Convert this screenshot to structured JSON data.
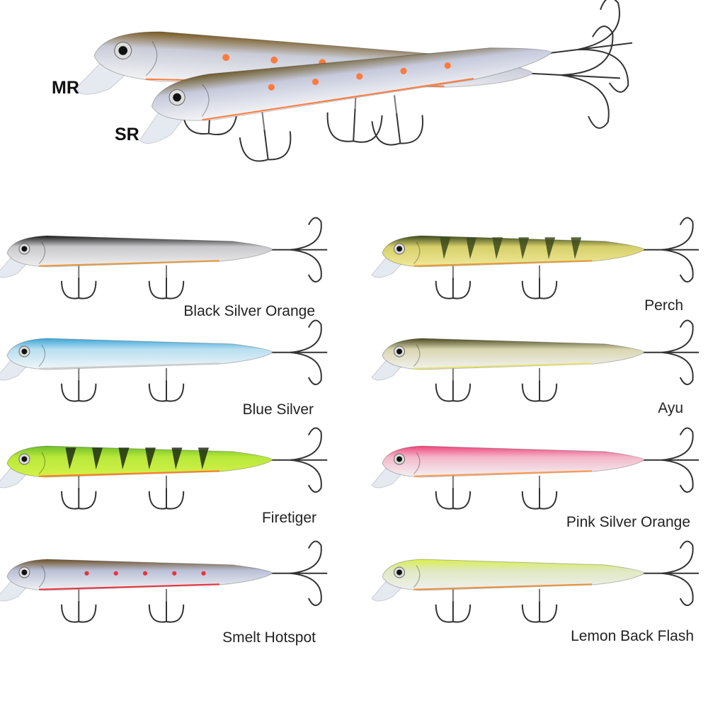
{
  "hero": {
    "lures": [
      {
        "tag": "MR",
        "back": "#7a5a22",
        "side": "#c9ccd8",
        "belly": "#f4f4f6",
        "spots": "#ff7a3c"
      },
      {
        "tag": "SR",
        "back": "#6e5a2a",
        "side": "#c5c9db",
        "belly": "#f6f6f8",
        "spots": "#ff7a3c"
      }
    ]
  },
  "variants": [
    {
      "name": "Black Silver Orange",
      "back": "#1d1d1d",
      "side": "#c8c8cc",
      "belly": "#f0f0f0",
      "accent": "#e59a3c",
      "pattern": "plain"
    },
    {
      "name": "Perch",
      "back": "#3c4a1c",
      "side": "#d6cf6a",
      "belly": "#f1ea9a",
      "accent": "#e59a3c",
      "pattern": "bars"
    },
    {
      "name": "Blue Silver",
      "back": "#3aa6d8",
      "side": "#b9dff0",
      "belly": "#f2f6f8",
      "accent": "#cccccc",
      "pattern": "plain"
    },
    {
      "name": "Ayu",
      "back": "#4c4a20",
      "side": "#d9d6b0",
      "belly": "#f2f2f2",
      "accent": "#e6e36a",
      "pattern": "plain"
    },
    {
      "name": "Firetiger",
      "back": "#6fbf2a",
      "side": "#b8e83a",
      "belly": "#d6f24a",
      "accent": "#ff7a2a",
      "pattern": "tiger"
    },
    {
      "name": "Pink Silver Orange",
      "back": "#f0457a",
      "side": "#f3b6c9",
      "belly": "#f3f3f3",
      "accent": "#ff9a4a",
      "pattern": "plain"
    },
    {
      "name": "Smelt Hotspot",
      "back": "#6e5026",
      "side": "#b9bfd6",
      "belly": "#f2f2f4",
      "accent": "#e8323a",
      "pattern": "spots"
    },
    {
      "name": "Lemon Back Flash",
      "back": "#d8f04a",
      "side": "#dfe8c0",
      "belly": "#f0f0f0",
      "accent": "#e8913a",
      "pattern": "plain"
    }
  ]
}
